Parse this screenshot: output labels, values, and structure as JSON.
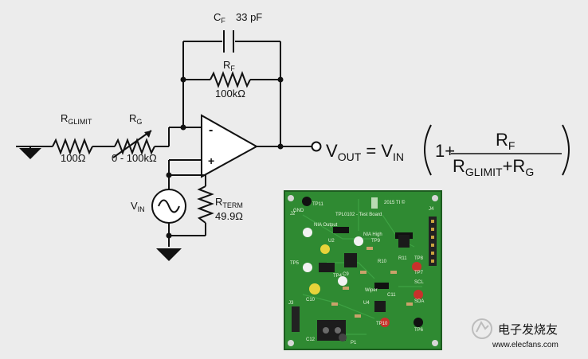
{
  "circuit": {
    "cf_label": "C",
    "cf_sub": "F",
    "cf_value": "33 pF",
    "rf_label": "R",
    "rf_sub": "F",
    "rf_value": "100kΩ",
    "rglimit_label": "R",
    "rglimit_sub": "GLIMIT",
    "rglimit_value": "100Ω",
    "rg_label": "R",
    "rg_sub": "G",
    "rg_value": "0 - 100kΩ",
    "opamp_minus": "-",
    "opamp_plus": "+",
    "vin_label": "V",
    "vin_sub": "IN",
    "rterm_label": "R",
    "rterm_sub": "TERM",
    "rterm_value": "49.9Ω"
  },
  "equation": {
    "v": "V",
    "out_sub": "OUT",
    "eq": " = ",
    "v2": "V",
    "in_sub": "IN",
    "one_plus": "1+",
    "num": "R",
    "num_sub": "F",
    "den1": "R",
    "den1_sub": "GLIMIT",
    "den_plus": "+R",
    "den2_sub": "G"
  },
  "board": {
    "title": "TPL0102 - Test Board",
    "year": "2015 TI ©",
    "labels": [
      "TP11",
      "GND",
      "J2",
      "J4",
      "NIA Output",
      "NIA High",
      "TP9",
      "TP5",
      "TP8",
      "TP4",
      "R10",
      "R11",
      "TP7",
      "SCL",
      "SDA",
      "Wiper",
      "TP10",
      "TP6",
      "J3",
      "C12",
      "C10",
      "C9",
      "C11",
      "U4",
      "U2",
      "P1"
    ]
  },
  "watermark": {
    "text": "电子发烧友",
    "url": "www.elecfans.com"
  },
  "colors": {
    "background": "#ececec",
    "pcb_green": "#2f8a32",
    "wire": "#111111",
    "test_point_red": "#c8312b",
    "test_point_yellow": "#e8d33a"
  }
}
